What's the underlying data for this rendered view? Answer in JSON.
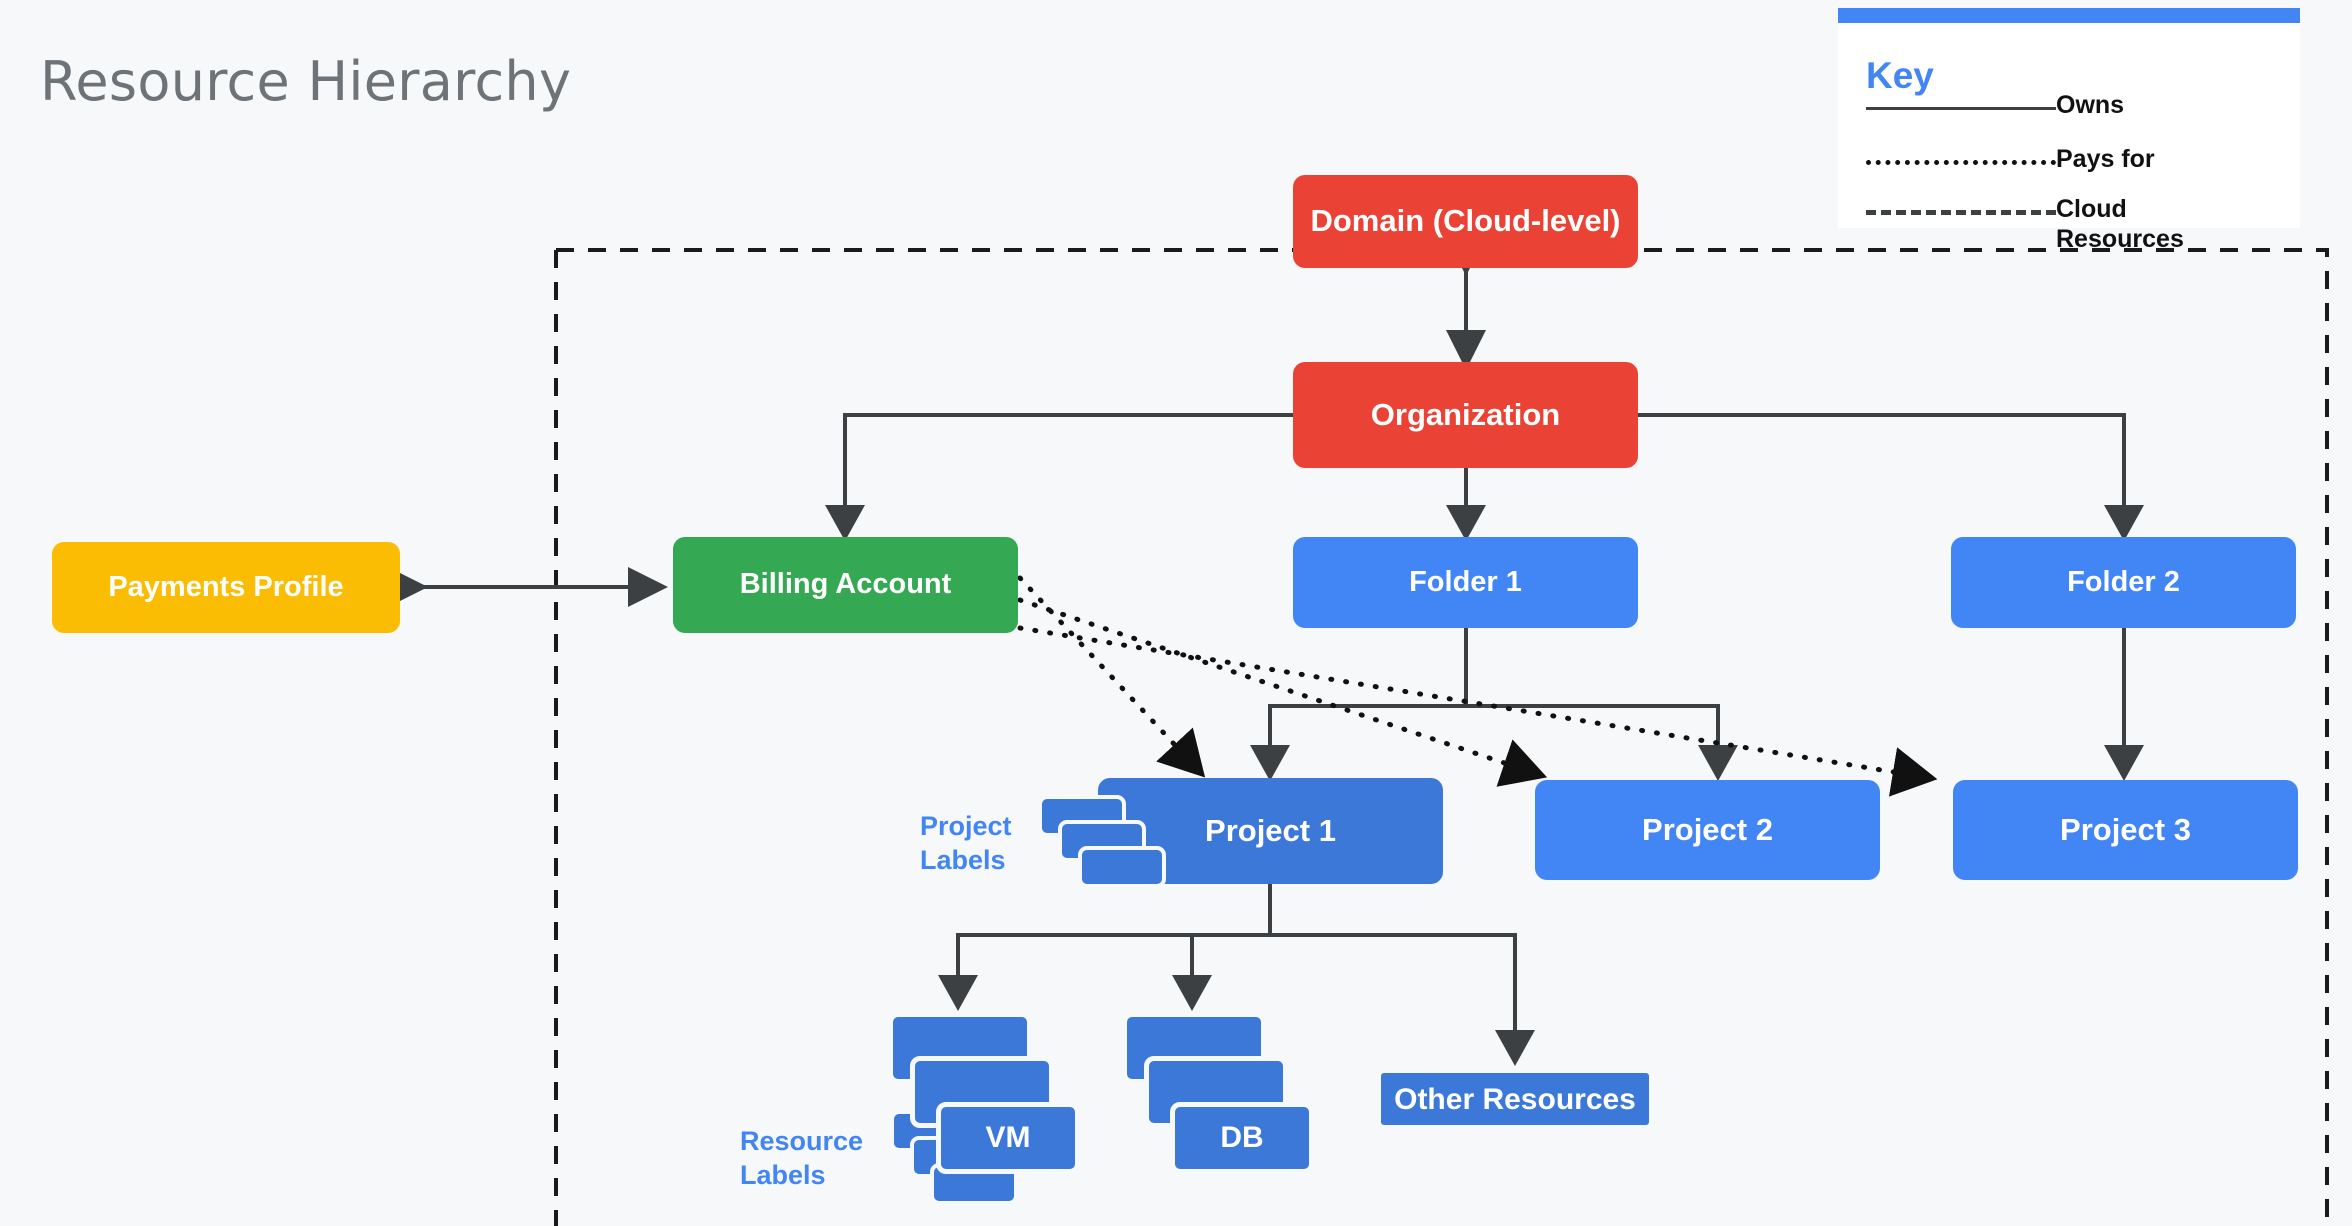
{
  "page": {
    "title": "Resource Hierarchy",
    "background_color": "#f6f8fa",
    "title_color": "#6e7378"
  },
  "legend": {
    "heading": "Key",
    "accent_color": "#4285f4",
    "items": [
      {
        "style": "solid",
        "label": "Owns"
      },
      {
        "style": "dotted",
        "label": "Pays for"
      },
      {
        "style": "dashed",
        "label": "Cloud Resources"
      }
    ]
  },
  "boundary": {
    "name": "cloud-resources-boundary",
    "style": "dashed"
  },
  "nodes": {
    "domain": {
      "label": "Domain (Cloud-level)",
      "color": "#ea4335"
    },
    "organization": {
      "label": "Organization",
      "color": "#ea4335"
    },
    "payments": {
      "label": "Payments Profile",
      "color": "#fbbc04"
    },
    "billing": {
      "label": "Billing Account",
      "color": "#34a853"
    },
    "folder1": {
      "label": "Folder 1",
      "color": "#4285f4"
    },
    "folder2": {
      "label": "Folder 2",
      "color": "#4285f4"
    },
    "project1": {
      "label": "Project 1",
      "color": "#3c78d8"
    },
    "project2": {
      "label": "Project 2",
      "color": "#4285f4"
    },
    "project3": {
      "label": "Project 3",
      "color": "#4285f4"
    },
    "vm": {
      "label": "VM",
      "color": "#3c78d8"
    },
    "db": {
      "label": "DB",
      "color": "#3c78d8"
    },
    "other": {
      "label": "Other Resources",
      "color": "#3c78d8"
    }
  },
  "annotations": {
    "project_labels": "Project\nLabels",
    "project_labels_line1": "Project",
    "project_labels_line2": "Labels",
    "resource_labels_line1": "Resource",
    "resource_labels_line2": "Labels",
    "label_color": "#4285f4"
  },
  "chart_data": {
    "type": "diagram",
    "title": "Resource Hierarchy",
    "edges": [
      {
        "from": "domain",
        "to": "organization",
        "kind": "owns",
        "direction": "both"
      },
      {
        "from": "organization",
        "to": "billing",
        "kind": "owns",
        "direction": "down"
      },
      {
        "from": "organization",
        "to": "folder1",
        "kind": "owns",
        "direction": "down"
      },
      {
        "from": "organization",
        "to": "folder2",
        "kind": "owns",
        "direction": "down"
      },
      {
        "from": "payments",
        "to": "billing",
        "kind": "owns",
        "direction": "both"
      },
      {
        "from": "billing",
        "to": "project1",
        "kind": "pays-for",
        "direction": "down"
      },
      {
        "from": "billing",
        "to": "project2",
        "kind": "pays-for",
        "direction": "down"
      },
      {
        "from": "billing",
        "to": "project3",
        "kind": "pays-for",
        "direction": "down"
      },
      {
        "from": "folder1",
        "to": "project1",
        "kind": "owns",
        "direction": "down"
      },
      {
        "from": "folder1",
        "to": "project2",
        "kind": "owns",
        "direction": "down"
      },
      {
        "from": "folder2",
        "to": "project3",
        "kind": "owns",
        "direction": "down"
      },
      {
        "from": "project1",
        "to": "vm",
        "kind": "owns",
        "direction": "down"
      },
      {
        "from": "project1",
        "to": "db",
        "kind": "owns",
        "direction": "down"
      },
      {
        "from": "project1",
        "to": "other",
        "kind": "owns",
        "direction": "down"
      }
    ]
  }
}
